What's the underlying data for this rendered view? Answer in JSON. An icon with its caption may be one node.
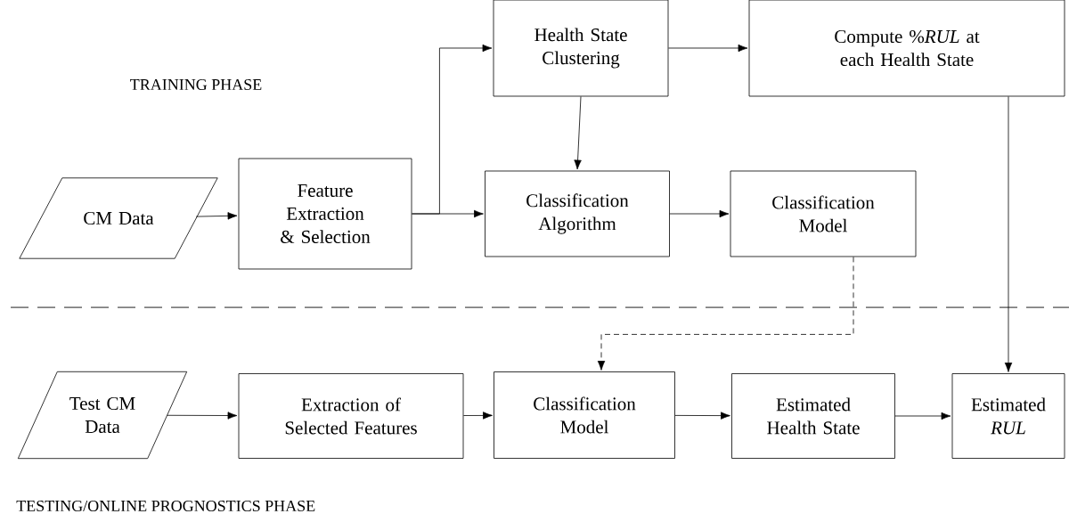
{
  "diagram": {
    "nodes": [
      {
        "text": [
          "CM Data"
        ]
      },
      {
        "text": [
          "Feature Extraction & Selection"
        ]
      },
      {
        "text": [
          "Health State Clustering"
        ]
      },
      {
        "text": [
          "Compute %*RUL* at each Health State"
        ]
      },
      {
        "text": [
          "Classification Algorithm"
        ]
      },
      {
        "text": [
          "Classification Model"
        ]
      },
      {
        "text": [
          "Test CM Data"
        ]
      },
      {
        "text": [
          "Extraction of Selected Features"
        ]
      },
      {
        "text": [
          "Classification Model"
        ]
      },
      {
        "text": [
          "Estimated Health State"
        ]
      },
      {
        "text": [
          "Estimated *RUL*"
        ]
      }
    ],
    "edges": [
      {
        "from": 0,
        "to": 1,
        "arrow": "to"
      },
      {
        "from": 1,
        "to": 2,
        "arrow": "to"
      },
      {
        "from": 1,
        "to": 4,
        "arrow": "to"
      },
      {
        "from": 2,
        "to": 4,
        "arrow": "to"
      },
      {
        "from": 2,
        "to": 3,
        "arrow": "to"
      },
      {
        "from": 4,
        "to": 5,
        "arrow": "to"
      },
      {
        "from": 5,
        "to": 8,
        "arrow": "to",
        "style": "dashed"
      },
      {
        "from": 3,
        "to": 10,
        "arrow": "to"
      },
      {
        "from": 6,
        "to": 7,
        "arrow": "to"
      },
      {
        "from": 7,
        "to": 8,
        "arrow": "to"
      },
      {
        "from": 8,
        "to": 9,
        "arrow": "to"
      },
      {
        "from": 9,
        "to": 10,
        "arrow": "to"
      }
    ],
    "labels": [
      "TRAINING PHASE",
      "TESTING/ONLINE PROGNOSTICS PHASE"
    ]
  }
}
